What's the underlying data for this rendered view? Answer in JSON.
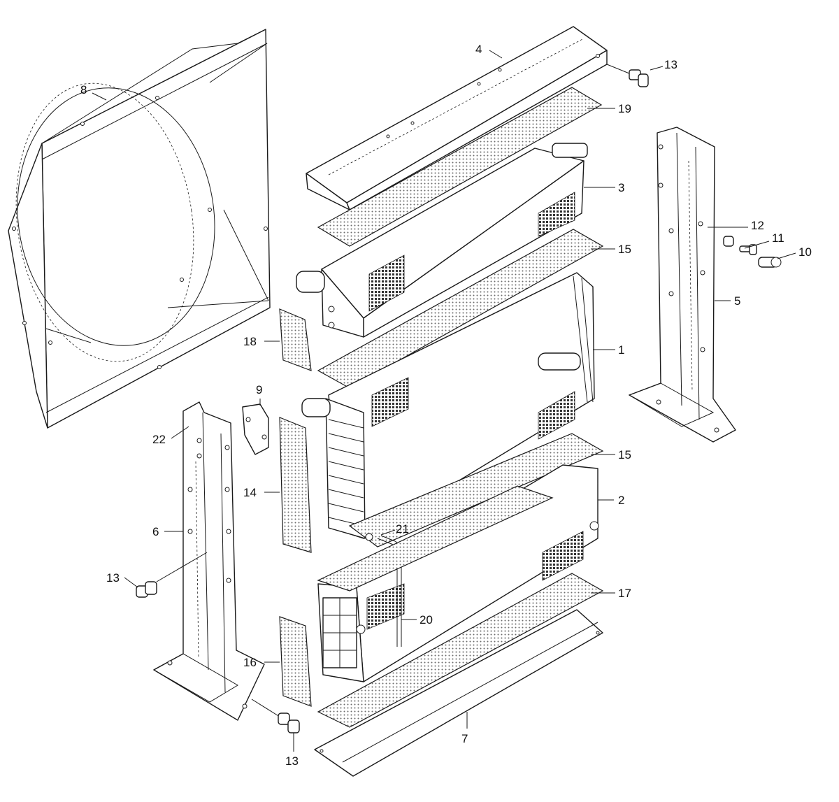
{
  "diagram": {
    "callouts": [
      {
        "id": "c1",
        "label": "1"
      },
      {
        "id": "c2",
        "label": "2"
      },
      {
        "id": "c3",
        "label": "3"
      },
      {
        "id": "c4",
        "label": "4"
      },
      {
        "id": "c5",
        "label": "5"
      },
      {
        "id": "c6",
        "label": "6"
      },
      {
        "id": "c7",
        "label": "7"
      },
      {
        "id": "c8",
        "label": "8"
      },
      {
        "id": "c9",
        "label": "9"
      },
      {
        "id": "c10",
        "label": "10"
      },
      {
        "id": "c11",
        "label": "11"
      },
      {
        "id": "c12",
        "label": "12"
      },
      {
        "id": "c13a",
        "label": "13"
      },
      {
        "id": "c13b",
        "label": "13"
      },
      {
        "id": "c13c",
        "label": "13"
      },
      {
        "id": "c14",
        "label": "14"
      },
      {
        "id": "c15a",
        "label": "15"
      },
      {
        "id": "c15b",
        "label": "15"
      },
      {
        "id": "c16",
        "label": "16"
      },
      {
        "id": "c17",
        "label": "17"
      },
      {
        "id": "c18",
        "label": "18"
      },
      {
        "id": "c19",
        "label": "19"
      },
      {
        "id": "c20",
        "label": "20"
      },
      {
        "id": "c21",
        "label": "21"
      },
      {
        "id": "c22",
        "label": "22"
      }
    ]
  }
}
